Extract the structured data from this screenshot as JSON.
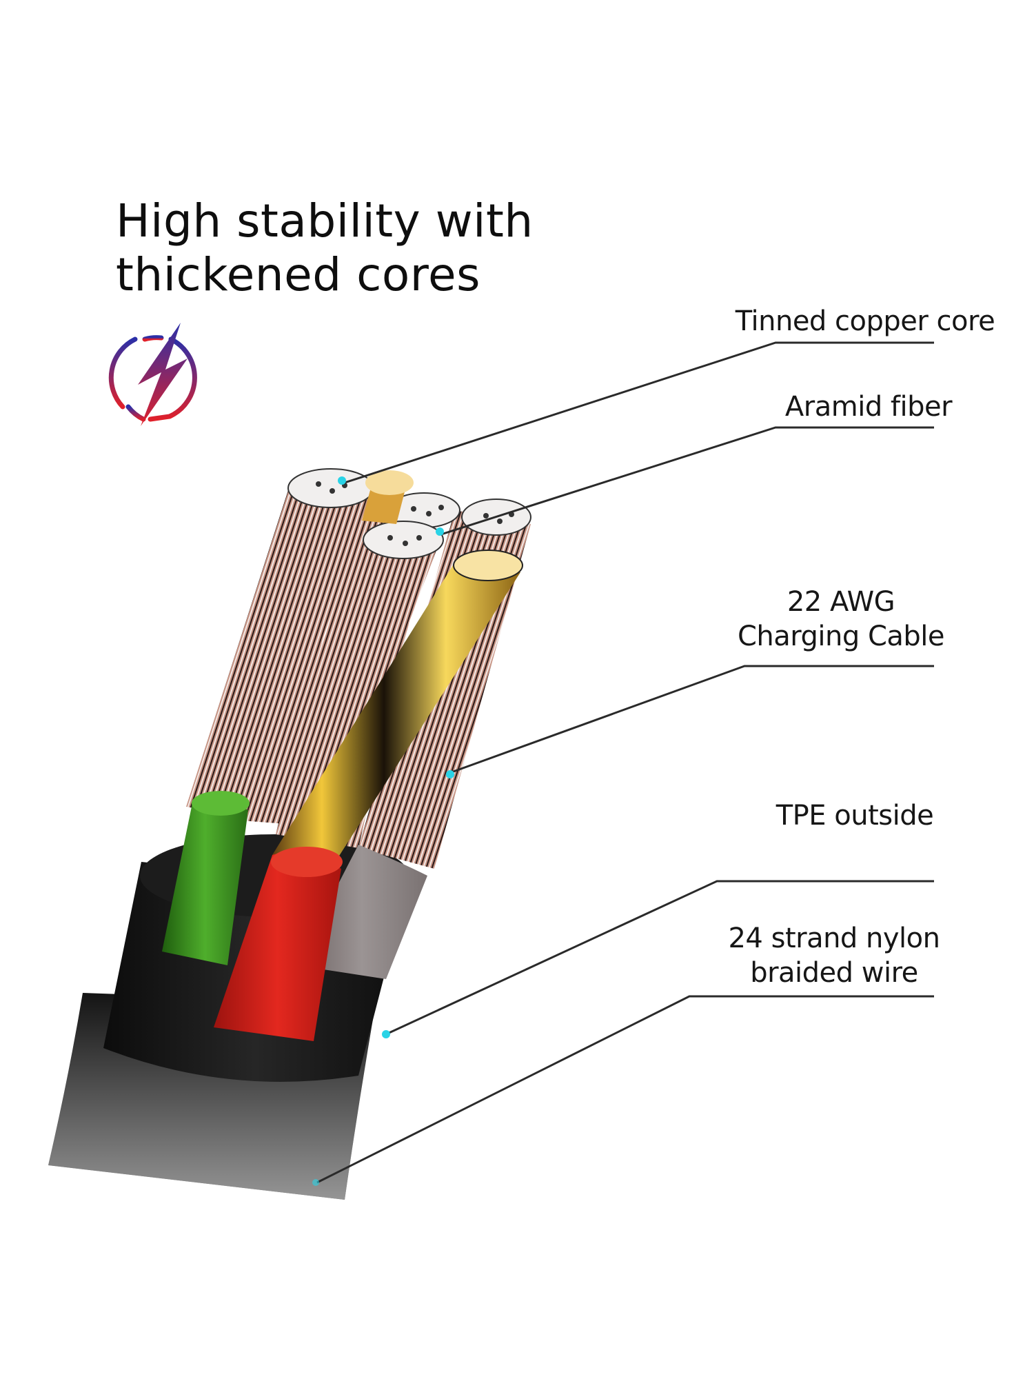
{
  "heading": {
    "line1": "High stability with",
    "line2": "thickened cores"
  },
  "icon": {
    "name": "lightning-bolt-icon",
    "gradient_top": "#2b2fa8",
    "gradient_bottom": "#e0202a"
  },
  "callouts": [
    {
      "lines": [
        "Tinned copper core"
      ],
      "target": "conductor-strand-top"
    },
    {
      "lines": [
        "Aramid fiber"
      ],
      "target": "fiber-bundle"
    },
    {
      "lines": [
        "22 AWG",
        "Charging Cable"
      ],
      "target": "copper-wire-bundle"
    },
    {
      "lines": [
        "TPE outside"
      ],
      "target": "black-tpe-jacket"
    },
    {
      "lines": [
        "24 strand nylon",
        "braided wire"
      ],
      "target": "braided-outer-sheath"
    }
  ],
  "colors": {
    "leader_line": "#2a2a2a",
    "anchor_dot": "#29d3e6",
    "wire_green": "#3f9a22",
    "wire_red": "#d9221c",
    "wire_gray": "#8c8484",
    "jacket": "#151515",
    "copper": "#c98d74",
    "gold": "#e8b820"
  }
}
